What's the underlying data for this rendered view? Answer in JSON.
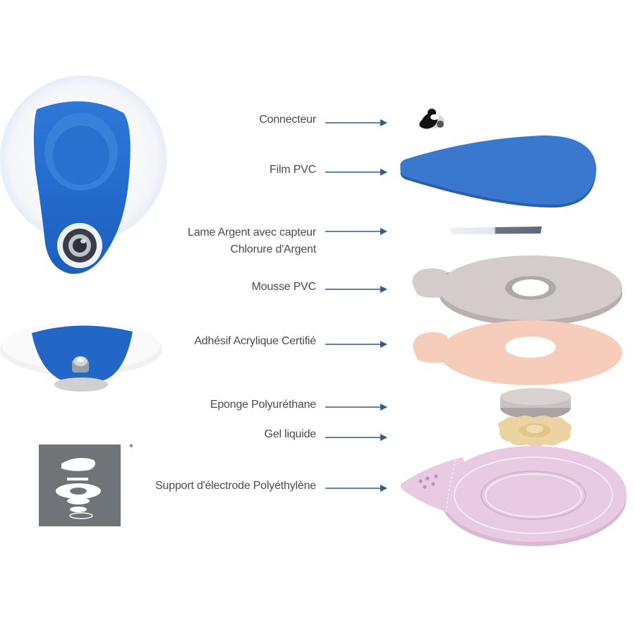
{
  "layers": [
    {
      "id": "connecteur",
      "label": "Connecteur"
    },
    {
      "id": "film",
      "label": "Film PVC"
    },
    {
      "id": "lame",
      "label_line1": "Lame Argent avec capteur",
      "label_line2": "Chlorure d'Argent"
    },
    {
      "id": "mousse",
      "label": "Mousse PVC"
    },
    {
      "id": "adhesif",
      "label": "Adhésif Acrylique Certifié"
    },
    {
      "id": "eponge",
      "label": "Eponge Polyuréthane"
    },
    {
      "id": "gel",
      "label": "Gel liquide"
    },
    {
      "id": "support",
      "label": "Support d'électrode Polyéthylène"
    }
  ],
  "footnote_marker": "*",
  "colors": {
    "arrow": "#2e5c91",
    "label_text": "#4a4a4a",
    "film_blue": "#2f6fc4",
    "mousse_grey": "#cfc8c6",
    "adhesive_peach": "#f5c9b5",
    "gel": "#ecd2a0",
    "support_pink": "#e7c9e2",
    "icon_box": "#6e7477"
  },
  "icons": [
    "electrode-top-photo",
    "electrode-side-photo",
    "layer-stack-icon"
  ]
}
